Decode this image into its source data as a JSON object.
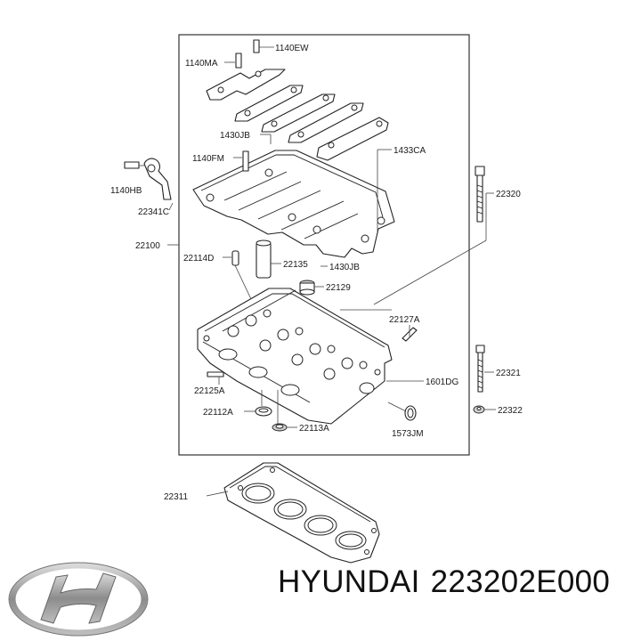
{
  "diagram": {
    "callouts": {
      "c1140EW": "1140EW",
      "c1140MA": "1140MA",
      "c1430JB_top": "1430JB",
      "c1433CA": "1433CA",
      "c1140FM": "1140FM",
      "c1140HB": "1140HB",
      "c22341C": "22341C",
      "c22320": "22320",
      "c22100": "22100",
      "c22114D": "22114D",
      "c22135": "22135",
      "c1430JB_bottom": "1430JB",
      "c22129": "22129",
      "c22127A": "22127A",
      "c22321": "22321",
      "c1601DG": "1601DG",
      "c22125A": "22125A",
      "c22322": "22322",
      "c22112A": "22112A",
      "c22113A": "22113A",
      "c1573JM": "1573JM",
      "c22311": "22311"
    }
  },
  "footer": {
    "brand": "HYUNDAI",
    "part_number": "223202E000"
  },
  "colors": {
    "line": "#222222",
    "logo_silver": "#9a9a9a"
  }
}
